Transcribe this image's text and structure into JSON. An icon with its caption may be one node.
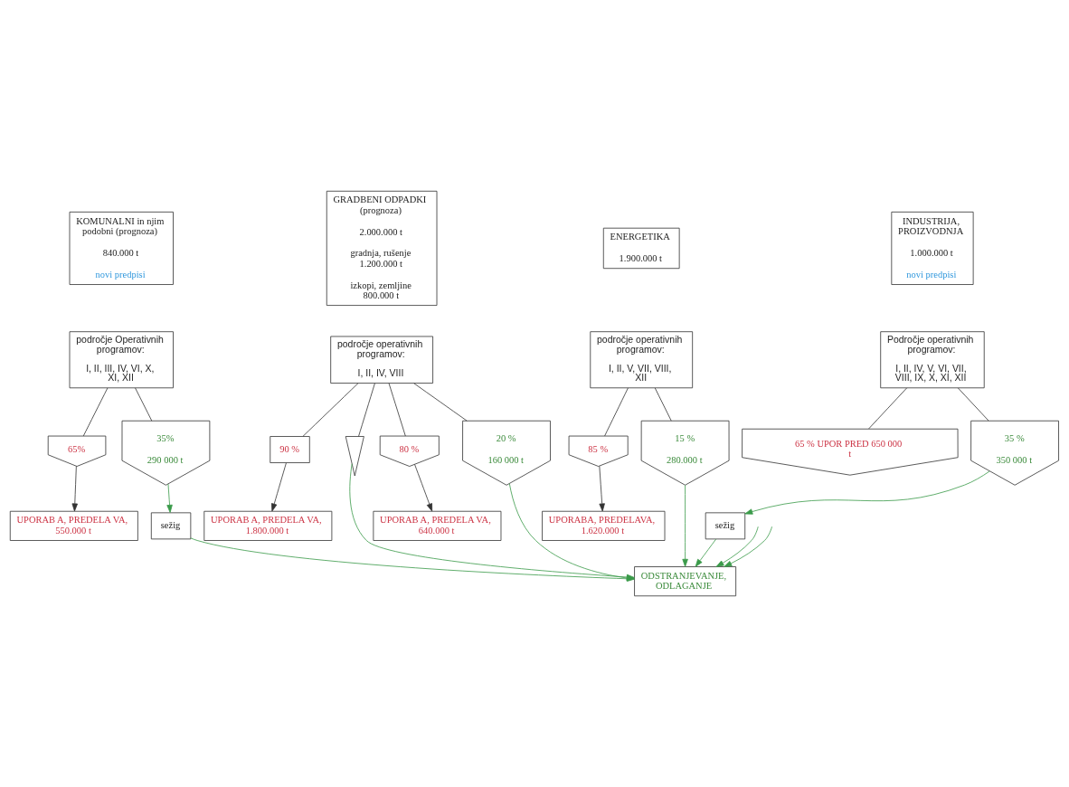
{
  "diagram": {
    "nodes": [
      {
        "text": [
          "KOMUNALNI in njim podobni (prognoza)",
          "840.000 t",
          "novi predpisi"
        ]
      },
      {
        "text": [
          "GRADBENI ODPADKI (prognoza)",
          "2.000.000 t",
          "gradnja, rušenje 1.200.000 t",
          "izkopi, zemljine 800.000 t"
        ]
      },
      {
        "text": [
          "ENERGETIKA",
          "1.900.000 t"
        ]
      },
      {
        "text": [
          "INDUSTRIJA, PROIZVODNJA",
          "1.000.000 t",
          "novi predpisi"
        ]
      },
      {
        "text": [
          "področje Operativnih programov:",
          "I, II, III, IV, VI, X, XI, XII"
        ]
      },
      {
        "text": [
          "področje operativnih programov:",
          "I, II, IV, VIII"
        ]
      },
      {
        "text": [
          "področje operativnih programov:",
          "I, II, V, VII, VIII, XII"
        ]
      },
      {
        "text": [
          "Področje operativnih programov:",
          "I, II, IV, V, VI, VII, VIII, IX, X, XI, XII"
        ]
      },
      {
        "text": [
          "65%"
        ]
      },
      {
        "text": [
          "35%",
          "290 000 t"
        ]
      },
      {
        "text": [
          "90 %"
        ]
      },
      {
        "text": [],
        "shape": "arrow"
      },
      {
        "text": [
          "80 %"
        ]
      },
      {
        "text": [
          "20 %",
          "160 000 t"
        ]
      },
      {
        "text": [
          "85 %"
        ]
      },
      {
        "text": [
          "15 %",
          "280.000 t"
        ]
      },
      {
        "text": [
          "65 % UPOR PRED 650 000 t"
        ]
      },
      {
        "text": [
          "35 %",
          "350 000 t"
        ]
      },
      {
        "text": [
          "UPORAB A, PREDELA VA, 550.000 t"
        ]
      },
      {
        "text": [
          "UPORAB A, PREDELA VA, 1.800.000 t"
        ]
      },
      {
        "text": [
          "UPORAB A, PREDELA VA, 640.000 t"
        ]
      },
      {
        "text": [
          "UPORABA, PREDELAVA, 1.620.000 t"
        ]
      },
      {
        "text": [
          "sežig"
        ]
      },
      {
        "text": [
          "ODSTRANJEVANJE, ODLAGANJE"
        ]
      },
      {
        "text": [
          "sežig"
        ]
      }
    ],
    "edges": [
      {
        "from": 4,
        "to": 8,
        "arrow": "none"
      },
      {
        "from": 4,
        "to": 9,
        "arrow": "none"
      },
      {
        "from": 5,
        "to": 10,
        "arrow": "none"
      },
      {
        "from": 5,
        "to": 11,
        "arrow": "none"
      },
      {
        "from": 5,
        "to": 12,
        "arrow": "none"
      },
      {
        "from": 5,
        "to": 13,
        "arrow": "none"
      },
      {
        "from": 6,
        "to": 14,
        "arrow": "none"
      },
      {
        "from": 6,
        "to": 15,
        "arrow": "none"
      },
      {
        "from": 7,
        "to": 16,
        "arrow": "none"
      },
      {
        "from": 7,
        "to": 17,
        "arrow": "none"
      },
      {
        "from": 8,
        "to": 18,
        "arrow": "to"
      },
      {
        "from": 10,
        "to": 19,
        "arrow": "to"
      },
      {
        "from": 12,
        "to": 20,
        "arrow": "to"
      },
      {
        "from": 14,
        "to": 21,
        "arrow": "to"
      },
      {
        "from": 9,
        "to": 22,
        "arrow": "to",
        "color": "#3a9a4a"
      },
      {
        "from": null,
        "to": 23,
        "arrow": "to",
        "color": "#3a9a4a"
      },
      {
        "from": 11,
        "to": 23,
        "arrow": "to",
        "color": "#3a9a4a"
      },
      {
        "from": 13,
        "to": 23,
        "arrow": "to",
        "color": "#3a9a4a"
      },
      {
        "from": 22,
        "to": 23,
        "arrow": "to",
        "color": "#3a9a4a"
      },
      {
        "from": 15,
        "to": 23,
        "arrow": "to",
        "color": "#3a9a4a"
      },
      {
        "from": null,
        "to": 23,
        "arrow": "to",
        "color": "#3a9a4a"
      },
      {
        "from": 17,
        "to": 24,
        "arrow": "to",
        "color": "#3a9a4a"
      },
      {
        "from": 24,
        "to": 23,
        "arrow": "to",
        "color": "#3a9a4a"
      }
    ]
  }
}
